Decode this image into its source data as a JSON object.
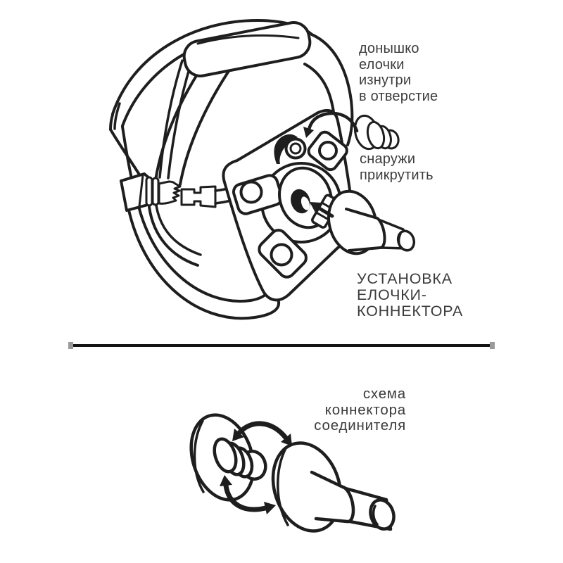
{
  "page": {
    "background_color": "#ffffff",
    "ink_color": "#1e1e1e",
    "text_color": "#3d3d3d"
  },
  "top_section": {
    "insert_label": "донышко\nелочки\nизнутри\nв отверстие",
    "screw_label": "снаружи\nприкрутить",
    "caption": "УСТАНОВКА\nЕЛОЧКИ-\nКОННЕКТОРА",
    "icons": [
      "harness-illustration",
      "fir-tree-plug-icon",
      "connector-pin-icon",
      "curved-insert-arrow-icon",
      "hole-pointer-arrow-icon"
    ]
  },
  "divider": {
    "line_color": "#141414",
    "cap_color": "#9a9a9a"
  },
  "bottom_section": {
    "caption": "схема\nконнектора\nсоединителя",
    "icons": [
      "fir-tree-plug-icon",
      "connector-pin-icon",
      "rotation-arrow-icon",
      "swing-arrow-icon"
    ]
  }
}
